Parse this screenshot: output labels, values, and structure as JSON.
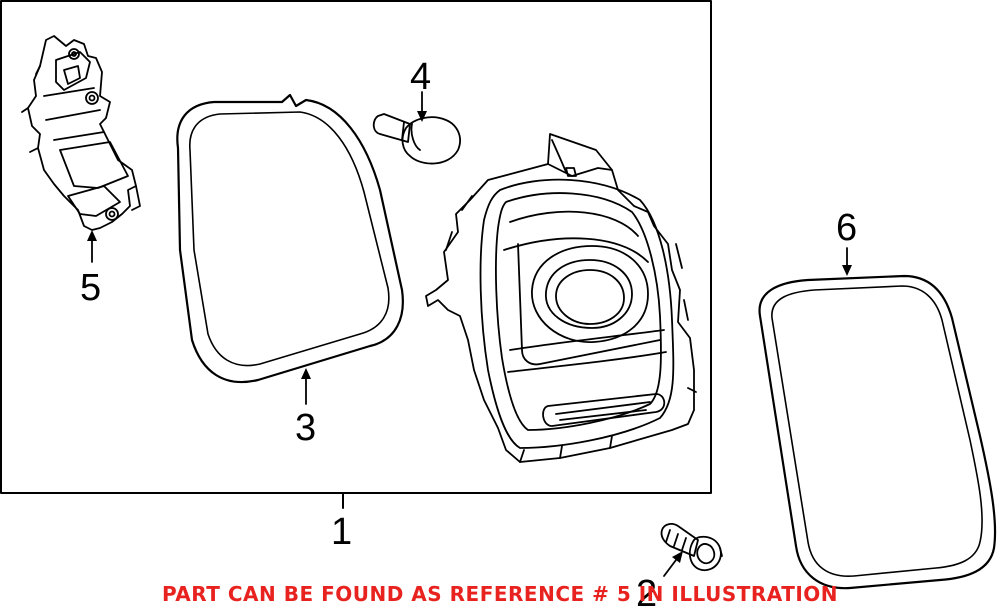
{
  "callouts": {
    "c1": "1",
    "c2": "2",
    "c3": "3",
    "c4": "4",
    "c5": "5",
    "c6": "6"
  },
  "notice": {
    "text": "PART CAN BE FOUND AS REFERENCE # 5 IN ILLUSTRATION",
    "color": "#e8231f"
  },
  "colors": {
    "line": "#000000",
    "background": "#ffffff"
  }
}
